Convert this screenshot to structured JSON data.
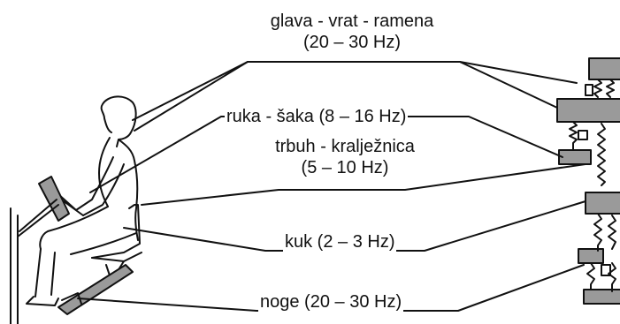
{
  "labels": {
    "head_neck_shoulders": {
      "line1": "glava - vrat - ramena",
      "line2": "(20 – 30 Hz)"
    },
    "hand_arm": "ruka - šaka (8 – 16 Hz)",
    "abdomen_spine": {
      "line1": "trbuh - kralježnica",
      "line2": "(5 – 10 Hz)"
    },
    "hip": "kuk (2 – 3 Hz)",
    "legs": "noge (20 – 30 Hz)"
  },
  "colors": {
    "ink": "#111111",
    "fill": "#9a9a9a",
    "background": "#ffffff"
  }
}
